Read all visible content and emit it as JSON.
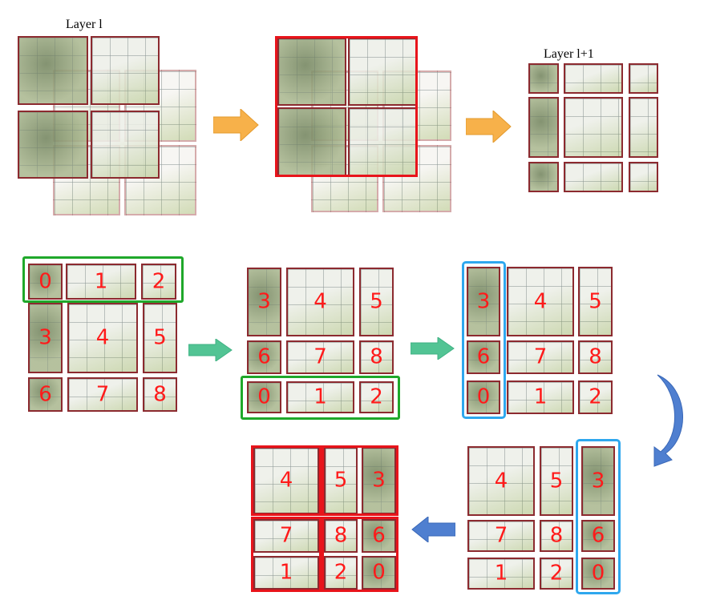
{
  "labels": {
    "layer_l": "Layer l",
    "layer_l1": "Layer l+1"
  },
  "colors": {
    "window_border": "#8c2a2f",
    "number_text": "#ff1a1a",
    "highlight_red": "#e8141b",
    "highlight_green": "#1fa82a",
    "highlight_blue": "#2ea7ee",
    "arrow_orange": "#f7b14a",
    "arrow_teal": "#52c494",
    "arrow_blue": "#4f7fd0"
  },
  "step1_grid": {
    "top": [
      "0",
      "1",
      "2"
    ],
    "middle": [
      "3",
      "4",
      "5"
    ],
    "bottom": [
      "6",
      "7",
      "8"
    ]
  },
  "step2_grid": {
    "top": [
      "3",
      "4",
      "5"
    ],
    "middle": [
      "6",
      "7",
      "8"
    ],
    "bottom": [
      "0",
      "1",
      "2"
    ]
  },
  "step3_grid": {
    "top": [
      "3",
      "4",
      "5"
    ],
    "middle": [
      "6",
      "7",
      "8"
    ],
    "bottom": [
      "0",
      "1",
      "2"
    ]
  },
  "step4_grid": {
    "top": [
      "4",
      "5",
      "3"
    ],
    "middle": [
      "7",
      "8",
      "6"
    ],
    "bottom": [
      "1",
      "2",
      "0"
    ]
  },
  "step5_grid": {
    "top": [
      "4",
      "5",
      "3"
    ],
    "middle": [
      "7",
      "8",
      "6"
    ],
    "bottom": [
      "1",
      "2",
      "0"
    ]
  }
}
